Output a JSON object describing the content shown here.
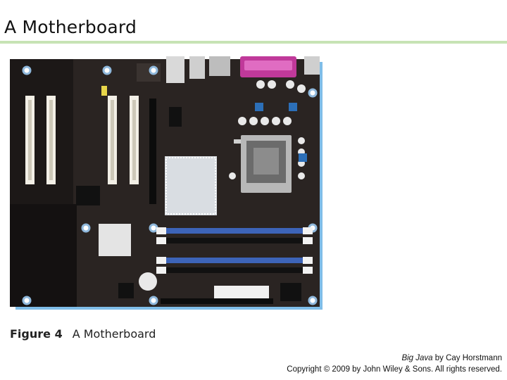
{
  "slide": {
    "title": "A Motherboard"
  },
  "figure": {
    "number_label": "Figure 4",
    "caption": "A Motherboard"
  },
  "credit": {
    "book_title": "Big Java",
    "by_author": " by Cay Horstmann",
    "copyright": "Copyright © 2009 by John Wiley & Sons.  All rights reserved."
  },
  "colors": {
    "title_rule": "#c7e3b4",
    "board": "#2a2422",
    "board_edge": "#5aa0d8",
    "ram_slot": "#3d64b8",
    "parallel_port": "#c0399a"
  }
}
